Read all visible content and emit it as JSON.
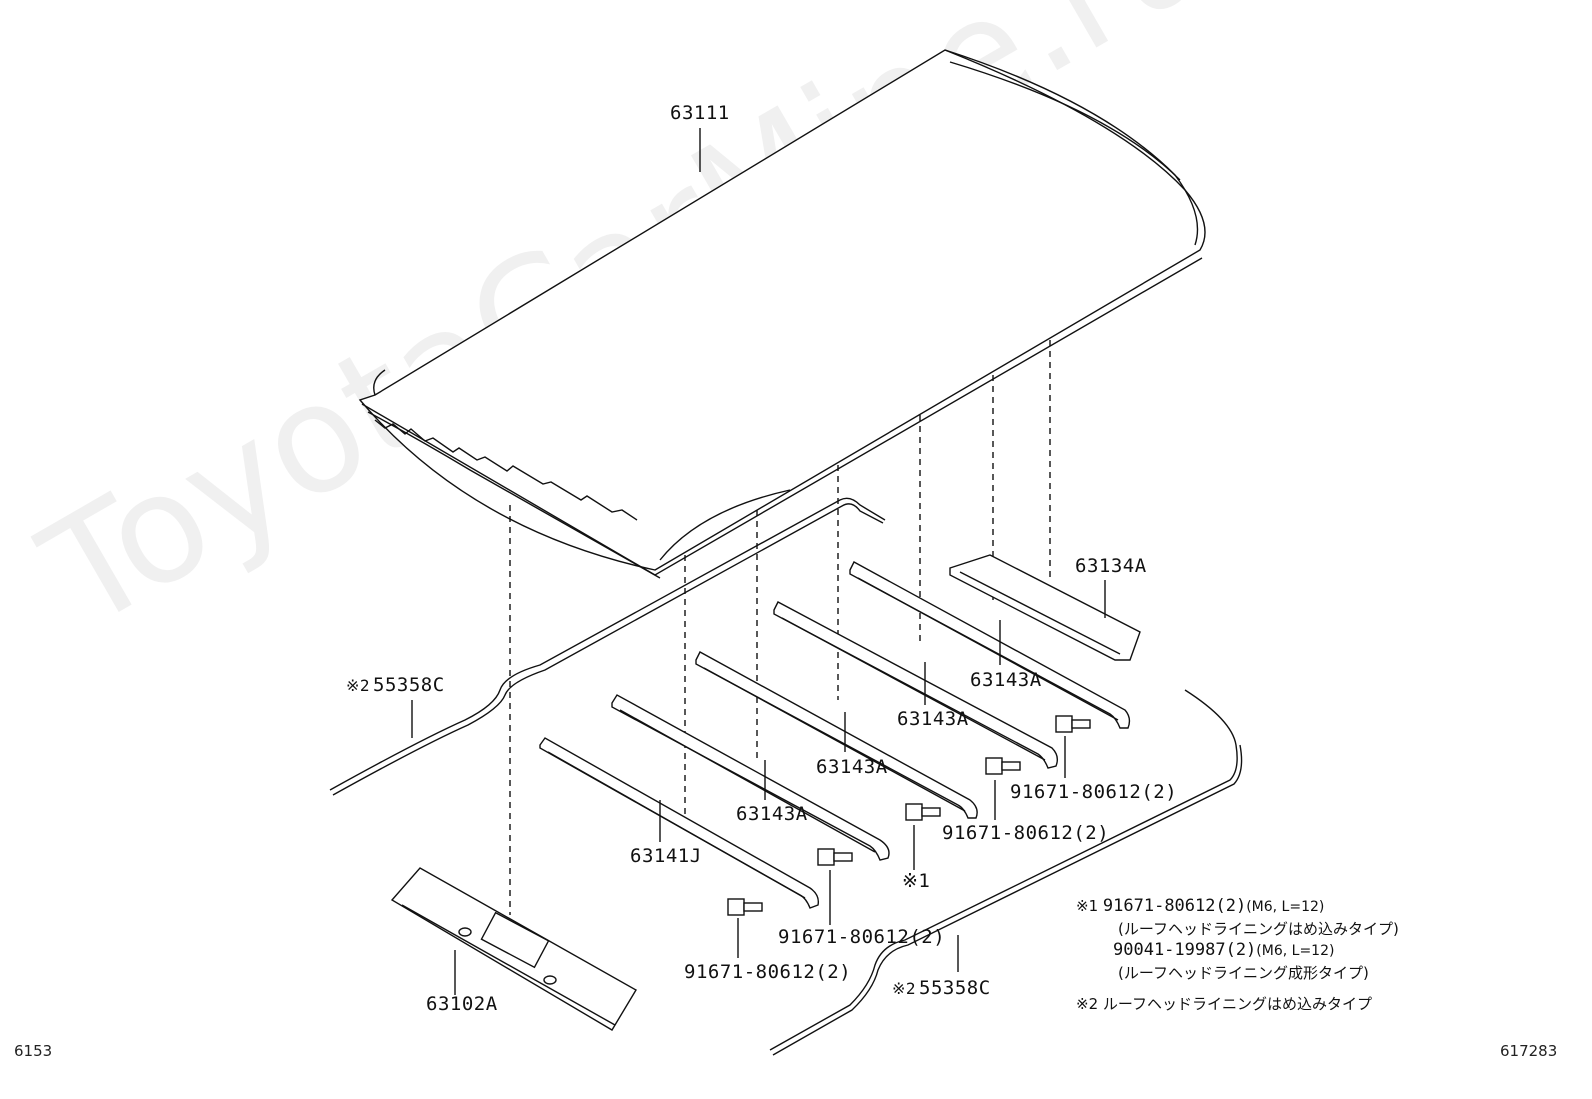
{
  "watermark": "ToyotaCarMine.ru",
  "labels": {
    "roof_panel": "63111",
    "rear_header": "63134A",
    "bow_1": "63143A",
    "bow_2": "63143A",
    "bow_3": "63143A",
    "bow_4": "63143A",
    "front_header_rail": "63141J",
    "front_panel": "63102A",
    "weatherstrip_left": "55358C",
    "weatherstrip_right": "55358C",
    "bolt_1": "91671-80612(2)",
    "bolt_2": "91671-80612(2)",
    "bolt_3": "91671-80612(2)",
    "bolt_4": "91671-80612(2)",
    "ref_1": "※1"
  },
  "marks": {
    "ref2_left": "※2",
    "ref2_right": "※2"
  },
  "notes": {
    "n1_mark": "※1",
    "n1_code": "91671-80612(2)",
    "n1_spec": "(M6, L=12)",
    "n1_desc": "(ルーフヘッドライニングはめ込みタイプ)",
    "n2_code": "90041-19987(2)",
    "n2_spec": "(M6, L=12)",
    "n2_desc": "(ルーフヘッドライニング成形タイプ)",
    "n3_mark": "※2",
    "n3_desc": "ルーフヘッドライニングはめ込みタイプ"
  },
  "corners": {
    "bottom_left": "6153",
    "bottom_right": "617283"
  }
}
